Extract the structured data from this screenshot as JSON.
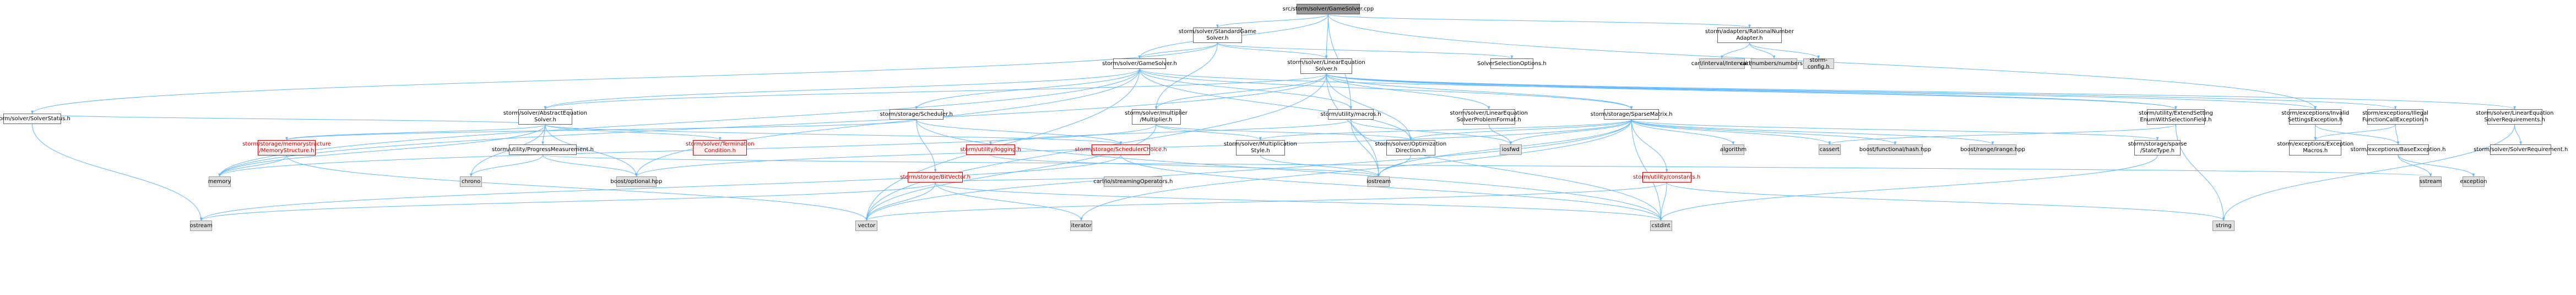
{
  "colors": {
    "edge": "#63b8ff",
    "node_border": "#666666",
    "root_fill": "#999999",
    "system_fill": "#e0e0e0",
    "truncated": "#c00000"
  },
  "nodes": [
    {
      "id": "root",
      "label": "src/storm/solver/GameSolver.cpp",
      "kind": "root"
    },
    {
      "id": "sgs",
      "label": "storm/solver/StandardGame\nSolver.h",
      "kind": "normal"
    },
    {
      "id": "rna",
      "label": "storm/adapters/RationalNumber\nAdapter.h",
      "kind": "normal"
    },
    {
      "id": "gs",
      "label": "storm/solver/GameSolver.h",
      "kind": "normal"
    },
    {
      "id": "les",
      "label": "storm/solver/LinearEquation\nSolver.h",
      "kind": "normal"
    },
    {
      "id": "sso",
      "label": "SolverSelectionOptions.h",
      "kind": "normal"
    },
    {
      "id": "cint",
      "label": "carl/interval/Interval.h",
      "kind": "sys"
    },
    {
      "id": "cnum",
      "label": "carl/numbers/numbers.h",
      "kind": "sys"
    },
    {
      "id": "scfg",
      "label": "storm-config.h",
      "kind": "sys"
    },
    {
      "id": "ss",
      "label": "storm/solver/SolverStatus.h",
      "kind": "normal"
    },
    {
      "id": "ales",
      "label": "storm/solver/AbstractEquation\nSolver.h",
      "kind": "normal"
    },
    {
      "id": "sch",
      "label": "storm/storage/Scheduler.h",
      "kind": "normal"
    },
    {
      "id": "mult",
      "label": "storm/solver/multiplier\n/Multiplier.h",
      "kind": "normal"
    },
    {
      "id": "macros",
      "label": "storm/utility/macros.h",
      "kind": "normal"
    },
    {
      "id": "lespf",
      "label": "storm/solver/LinearEquation\nSolverProblemFormat.h",
      "kind": "normal"
    },
    {
      "id": "sm",
      "label": "storm/storage/SparseMatrix.h",
      "kind": "normal"
    },
    {
      "id": "esf",
      "label": "storm/utility/ExtendSetting\nEnumWithSelectionField.h",
      "kind": "normal"
    },
    {
      "id": "ise",
      "label": "storm/exceptions/Invalid\nSettingsException.h",
      "kind": "normal"
    },
    {
      "id": "ife",
      "label": "storm/exceptions/Illegal\nFunctionCallException.h",
      "kind": "normal"
    },
    {
      "id": "lesr",
      "label": "storm/solver/LinearEquation\nSolverRequirements.h",
      "kind": "normal"
    },
    {
      "id": "msms",
      "label": "storm/storage/memorystructure\n/MemoryStructure.h",
      "kind": "red"
    },
    {
      "id": "pm",
      "label": "storm/utility/ProgressMeasurement.h",
      "kind": "normal"
    },
    {
      "id": "stc",
      "label": "storm/solver/Termination\nCondition.h",
      "kind": "red"
    },
    {
      "id": "logg",
      "label": "storm/utility/logging.h",
      "kind": "red"
    },
    {
      "id": "schc",
      "label": "storm/storage/SchedulerChoice.h",
      "kind": "red"
    },
    {
      "id": "mst",
      "label": "storm/solver/Multiplication\nStyle.h",
      "kind": "normal"
    },
    {
      "id": "od",
      "label": "storm/solver/Optimization\nDirection.h",
      "kind": "normal"
    },
    {
      "id": "iosfwd",
      "label": "iosfwd",
      "kind": "sys"
    },
    {
      "id": "algo",
      "label": "algorithm",
      "kind": "sys"
    },
    {
      "id": "cassert",
      "label": "cassert",
      "kind": "sys"
    },
    {
      "id": "bfh",
      "label": "boost/functional/hash.hpp",
      "kind": "sys"
    },
    {
      "id": "brr",
      "label": "boost/range/irange.hpp",
      "kind": "sys"
    },
    {
      "id": "sst",
      "label": "storm/storage/sparse\n/StateType.h",
      "kind": "normal"
    },
    {
      "id": "sexm",
      "label": "storm/exceptions/Exception\nMacros.h",
      "kind": "normal"
    },
    {
      "id": "sbe",
      "label": "storm/exceptions/BaseException.h",
      "kind": "normal"
    },
    {
      "id": "ssr",
      "label": "storm/solver/SolverRequirement.h",
      "kind": "normal"
    },
    {
      "id": "mem",
      "label": "memory",
      "kind": "sys"
    },
    {
      "id": "chrono",
      "label": "chrono",
      "kind": "sys"
    },
    {
      "id": "bopt",
      "label": "boost/optional.hpp",
      "kind": "sys"
    },
    {
      "id": "cnso",
      "label": "carl/io/streamingOperators.h",
      "kind": "sys"
    },
    {
      "id": "iostream",
      "label": "iostream",
      "kind": "sys"
    },
    {
      "id": "bv",
      "label": "storm/storage/BitVector.h",
      "kind": "red"
    },
    {
      "id": "suc",
      "label": "storm/utility/constants.h",
      "kind": "red"
    },
    {
      "id": "sstream",
      "label": "sstream",
      "kind": "sys"
    },
    {
      "id": "exc",
      "label": "exception",
      "kind": "sys"
    },
    {
      "id": "string",
      "label": "string",
      "kind": "sys"
    },
    {
      "id": "ostream",
      "label": "ostream",
      "kind": "sys"
    },
    {
      "id": "vector",
      "label": "vector",
      "kind": "sys"
    },
    {
      "id": "iterator",
      "label": "iterator",
      "kind": "sys"
    },
    {
      "id": "cstdint",
      "label": "cstdint",
      "kind": "sys"
    }
  ],
  "edges": [
    [
      "root",
      "sgs"
    ],
    [
      "root",
      "rna"
    ],
    [
      "root",
      "gs"
    ],
    [
      "root",
      "les"
    ],
    [
      "root",
      "macros"
    ],
    [
      "root",
      "ise"
    ],
    [
      "sgs",
      "gs"
    ],
    [
      "sgs",
      "les"
    ],
    [
      "sgs",
      "sso"
    ],
    [
      "sgs",
      "mult"
    ],
    [
      "sgs",
      "ss"
    ],
    [
      "rna",
      "cint"
    ],
    [
      "rna",
      "cnum"
    ],
    [
      "rna",
      "scfg"
    ],
    [
      "gs",
      "ales"
    ],
    [
      "gs",
      "sch"
    ],
    [
      "gs",
      "macros"
    ],
    [
      "gs",
      "od"
    ],
    [
      "gs",
      "mem"
    ],
    [
      "gs",
      "vector"
    ],
    [
      "gs",
      "bopt"
    ],
    [
      "gs",
      "esf"
    ],
    [
      "gs",
      "sm"
    ],
    [
      "les",
      "ales"
    ],
    [
      "les",
      "lespf"
    ],
    [
      "les",
      "lesr"
    ],
    [
      "les",
      "esf"
    ],
    [
      "les",
      "sm"
    ],
    [
      "les",
      "mult"
    ],
    [
      "les",
      "od"
    ],
    [
      "les",
      "iostream"
    ],
    [
      "les",
      "vector"
    ],
    [
      "les",
      "mem"
    ],
    [
      "les",
      "ife"
    ],
    [
      "les",
      "ise"
    ],
    [
      "ales",
      "ss"
    ],
    [
      "ales",
      "msms"
    ],
    [
      "ales",
      "pm"
    ],
    [
      "ales",
      "stc"
    ],
    [
      "ales",
      "bopt"
    ],
    [
      "ales",
      "chrono"
    ],
    [
      "ales",
      "mem"
    ],
    [
      "ales",
      "schc"
    ],
    [
      "sch",
      "bv"
    ],
    [
      "sch",
      "schc"
    ],
    [
      "sch",
      "cstdint"
    ],
    [
      "sch",
      "msms"
    ],
    [
      "mult",
      "mst"
    ],
    [
      "mult",
      "od"
    ],
    [
      "mult",
      "vector"
    ],
    [
      "mult",
      "mem"
    ],
    [
      "macros",
      "logg"
    ],
    [
      "macros",
      "iosfwd"
    ],
    [
      "macros",
      "iostream"
    ],
    [
      "macros",
      "cstdint"
    ],
    [
      "lespf",
      "iosfwd"
    ],
    [
      "sm",
      "algo"
    ],
    [
      "sm",
      "cassert"
    ],
    [
      "sm",
      "bfh"
    ],
    [
      "sm",
      "brr"
    ],
    [
      "sm",
      "bopt"
    ],
    [
      "sm",
      "iosfwd"
    ],
    [
      "sm",
      "vector"
    ],
    [
      "sm",
      "iterator"
    ],
    [
      "sm",
      "cstdint"
    ],
    [
      "sm",
      "sst"
    ],
    [
      "sm",
      "suc"
    ],
    [
      "sm",
      "od"
    ],
    [
      "sm",
      "mst"
    ],
    [
      "sm",
      "iostream"
    ],
    [
      "esf",
      "cassert"
    ],
    [
      "esf",
      "string"
    ],
    [
      "ise",
      "sexm"
    ],
    [
      "ise",
      "sbe"
    ],
    [
      "ife",
      "sexm"
    ],
    [
      "ife",
      "sbe"
    ],
    [
      "lesr",
      "ssr"
    ],
    [
      "lesr",
      "string"
    ],
    [
      "msms",
      "mem"
    ],
    [
      "msms",
      "vector"
    ],
    [
      "pm",
      "chrono"
    ],
    [
      "pm",
      "bopt"
    ],
    [
      "pm",
      "sstream"
    ],
    [
      "mst",
      "iostream"
    ],
    [
      "od",
      "iostream"
    ],
    [
      "sst",
      "cstdint"
    ],
    [
      "sbe",
      "exc"
    ],
    [
      "sbe",
      "sstream"
    ],
    [
      "bv",
      "ostream"
    ],
    [
      "bv",
      "vector"
    ],
    [
      "bv",
      "iterator"
    ],
    [
      "bv",
      "cstdint"
    ],
    [
      "bv",
      "cnso"
    ],
    [
      "suc",
      "cstdint"
    ],
    [
      "suc",
      "vector"
    ],
    [
      "suc",
      "string"
    ],
    [
      "ss",
      "ostream"
    ],
    [
      "logg",
      "iostream"
    ],
    [
      "schc",
      "ostream"
    ],
    [
      "schc",
      "cstdint"
    ]
  ]
}
